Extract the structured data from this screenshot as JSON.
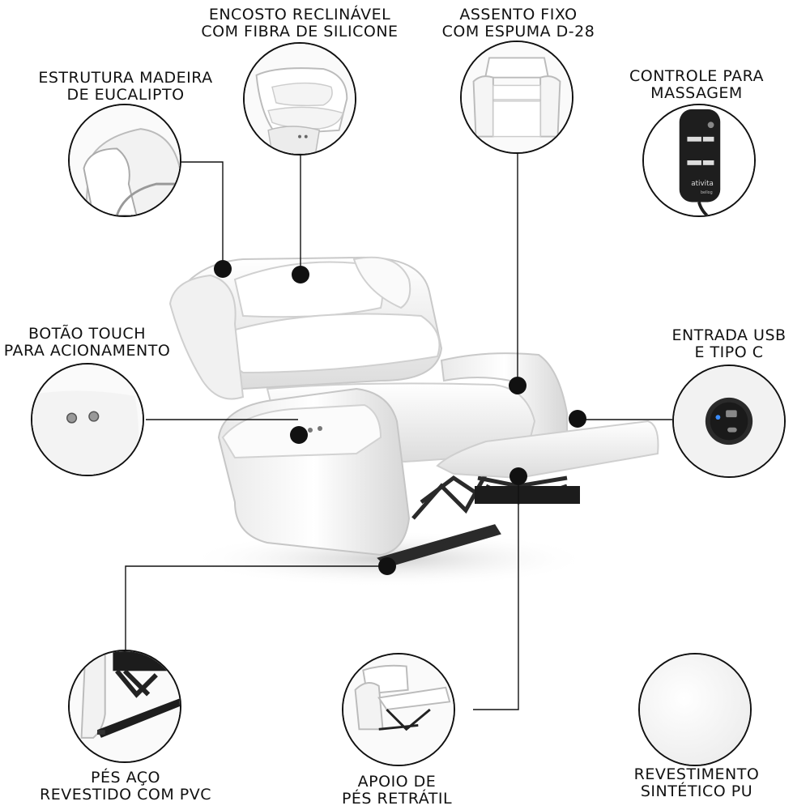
{
  "features": {
    "frame": "ESTRUTURA MADEIRA\nDE EUCALIPTO",
    "backrest": "ENCOSTO RECLINÁVEL\nCOM FIBRA DE SILICONE",
    "seat": "ASSENTO FIXO\nCOM ESPUMA D-28",
    "massage": "CONTROLE PARA\nMASSAGEM",
    "touch": "BOTÃO TOUCH\nPARA ACIONAMENTO",
    "usb": "ENTRADA USB\nE TIPO C",
    "feet": "PÉS AÇO\nREVESTIDO COM PVC",
    "footrest": "APOIO DE\nPÉS RETRÁTIL",
    "upholstery": "REVESTIMENTO\nSINTÉTICO PU"
  },
  "remote": {
    "brand": "ativita",
    "sub": "bellog"
  },
  "colors": {
    "line": "#111111",
    "upholstery": "#f4f4f4",
    "shade": "#d9d9d9",
    "metal": "#2a2a2a"
  }
}
